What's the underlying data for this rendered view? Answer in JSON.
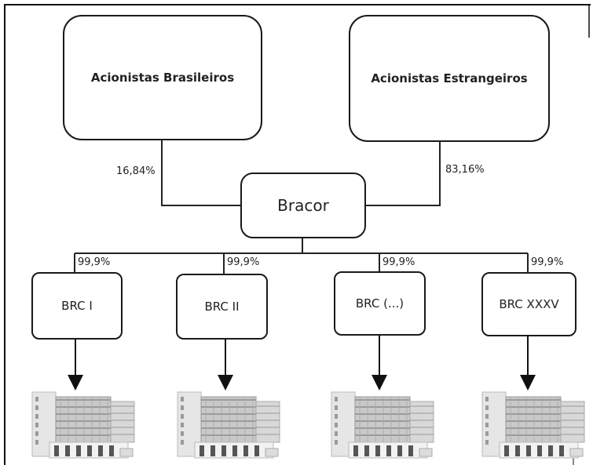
{
  "shareholders": {
    "brazilian": "Acionistas Brasileiros",
    "foreign": "Acionistas Estrangeiros",
    "brazilian_pct": "16,84%",
    "foreign_pct": "83,16%"
  },
  "holding": "Bracor",
  "subsidiaries": [
    {
      "label": "BRC I",
      "pct": "99,9%"
    },
    {
      "label": "BRC II",
      "pct": "99,9%"
    },
    {
      "label": "BRC (...)",
      "pct": "99,9%"
    },
    {
      "label": "BRC XXXV",
      "pct": "99,9%"
    }
  ],
  "asset_icon": "office-building-icon"
}
